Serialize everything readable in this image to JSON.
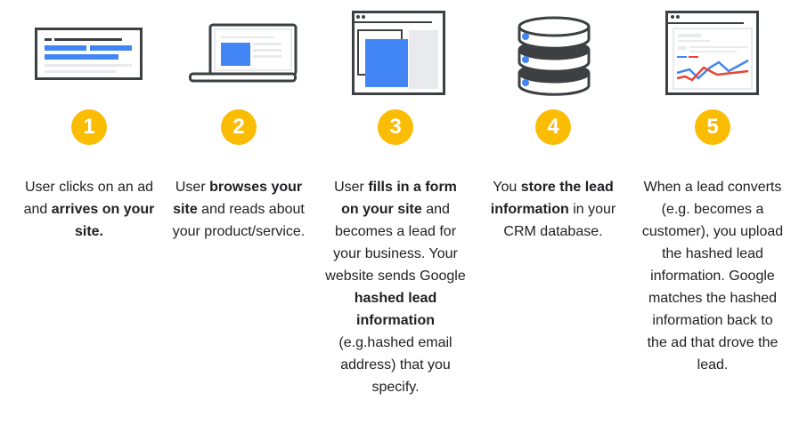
{
  "colors": {
    "badge": "#fbbc04",
    "blue": "#4285f4",
    "red": "#ea4335",
    "outline": "#3c4043",
    "grey": "#e8eaed"
  },
  "steps": [
    {
      "number": "1",
      "icon": "ad-icon",
      "segments": [
        [
          "User clicks on an ad and ",
          false
        ],
        [
          "arrives on your site.",
          true
        ]
      ]
    },
    {
      "number": "2",
      "icon": "laptop-icon",
      "segments": [
        [
          "User ",
          false
        ],
        [
          "browses your site",
          true
        ],
        [
          " and reads about your product/service.",
          false
        ]
      ]
    },
    {
      "number": "3",
      "icon": "browser-form-icon",
      "segments": [
        [
          "User ",
          false
        ],
        [
          "fills in a form on your site",
          true
        ],
        [
          " and becomes a lead for your business. Your website sends Google ",
          false
        ],
        [
          "hashed lead information",
          true
        ],
        [
          " (e.g.hashed email address) that you specify.",
          false
        ]
      ]
    },
    {
      "number": "4",
      "icon": "database-icon",
      "segments": [
        [
          "You ",
          false
        ],
        [
          "store the lead information",
          true
        ],
        [
          " in your CRM database.",
          false
        ]
      ]
    },
    {
      "number": "5",
      "icon": "report-chart-icon",
      "segments": [
        [
          "When a lead converts (e.g. becomes a customer), you upload the hashed lead information. Google matches the hashed information back to the ad that drove the lead.",
          false
        ]
      ]
    }
  ]
}
